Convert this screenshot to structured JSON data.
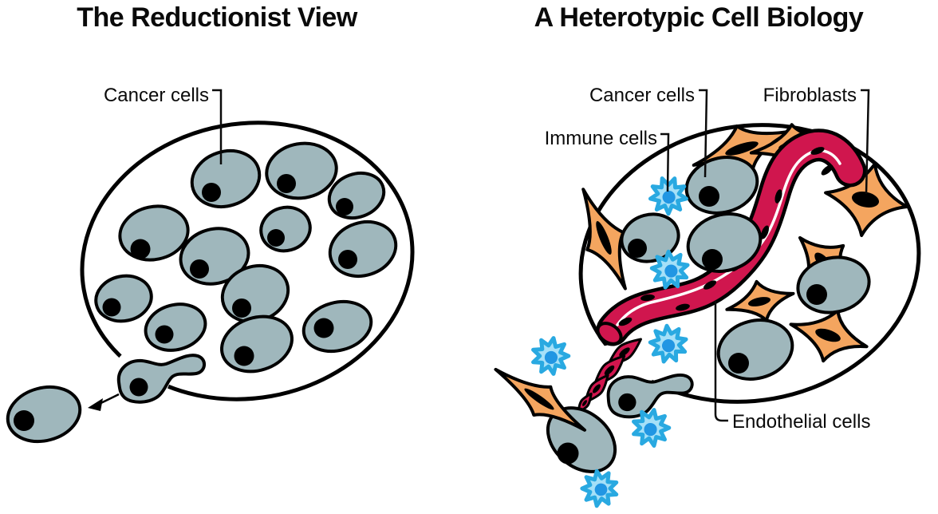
{
  "figure": {
    "left_panel": {
      "title": "The Reductionist View",
      "labels": {
        "cancer_cells": "Cancer cells"
      }
    },
    "right_panel": {
      "title": "A Heterotypic Cell Biology",
      "labels": {
        "cancer_cells": "Cancer cells",
        "fibroblasts": "Fibroblasts",
        "immune_cells": "Immune cells",
        "endothelial_cells": "Endothelial cells"
      }
    }
  },
  "colors": {
    "background": "#FFFFFF",
    "ink": "#000000",
    "cancer_cell": "#9FB7BC",
    "fibroblast": "#F4A55F",
    "vessel": "#D0164E",
    "immune_fill": "#A5E0F8",
    "immune_outline": "#29A9E1",
    "immune_nucleus": "#2196E3"
  }
}
